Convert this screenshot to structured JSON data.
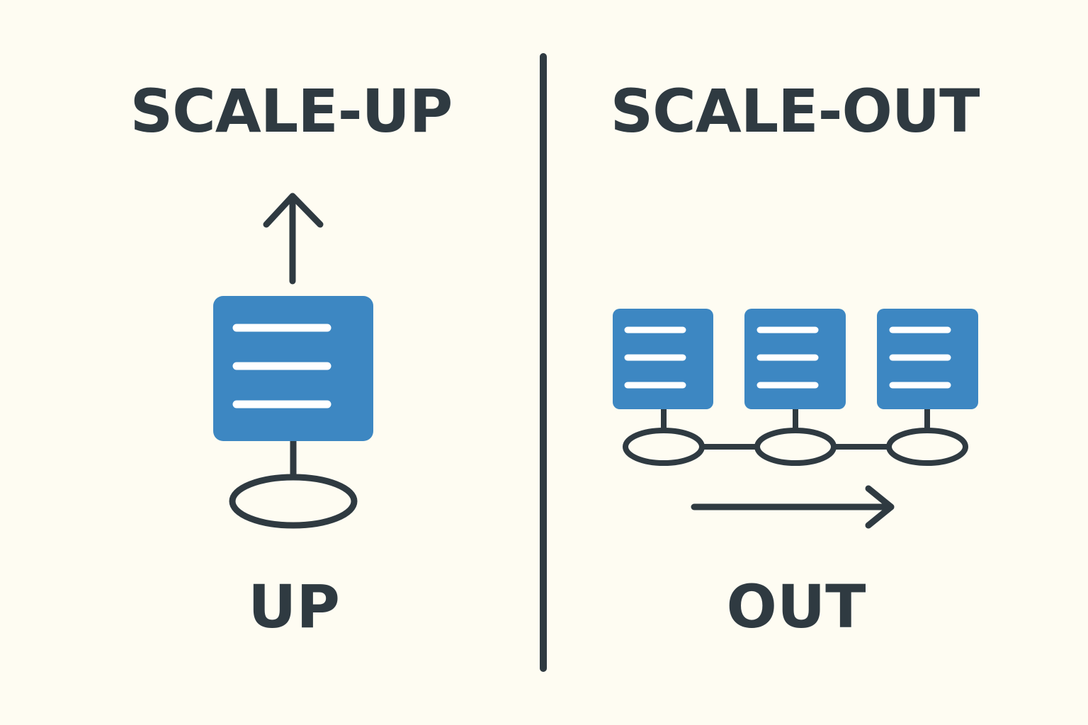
{
  "left_panel": {
    "title": "SCALE-UP",
    "caption": "UP"
  },
  "right_panel": {
    "title": "SCALE-OUT",
    "caption": "OUT"
  },
  "colors": {
    "background": "#fefcf2",
    "ink": "#2f3a41",
    "server": "#3d87c2",
    "server_line": "#ffffff"
  }
}
